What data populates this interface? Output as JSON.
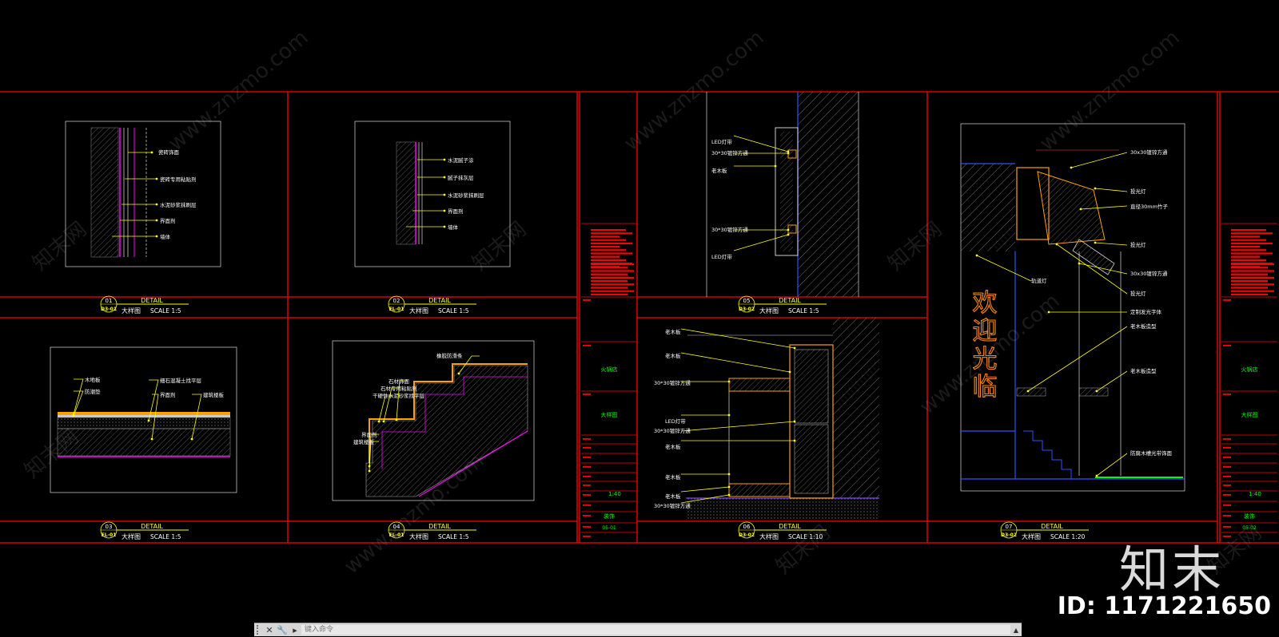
{
  "colors": {
    "background": "#000000",
    "frame": "#ff0000",
    "leader": "#ffff00",
    "title": "#ffff00",
    "tb_text": "#ff0000",
    "tb_value": "#00ff00",
    "magenta": "#ff00ff",
    "blue": "#0000ff",
    "hatch": "#777777",
    "sign": "#ff8a00"
  },
  "details": [
    {
      "num": "01",
      "tag": "D3-01",
      "title": "DETAIL",
      "sub": "大样图",
      "scale": "SCALE 1:5",
      "notes": [
        "瓷砖饰面",
        "瓷砖专用粘贴剂",
        "水泥砂浆抹刷层",
        "界面剂",
        "墙体"
      ]
    },
    {
      "num": "02",
      "tag": "EL-01",
      "title": "DETAIL",
      "sub": "大样图",
      "scale": "SCALE 1:5",
      "notes": [
        "水泥腻子涂",
        "腻子抹灰层",
        "水泥砂浆抹刷层",
        "界面剂",
        "墙体"
      ]
    },
    {
      "num": "03",
      "tag": "EL-01",
      "title": "DETAIL",
      "sub": "大样图",
      "scale": "SCALE 1:5",
      "notes": [
        "木地板",
        "防潮垫",
        "细石混凝土找平层",
        "界面剂",
        "建筑楼板"
      ]
    },
    {
      "num": "04",
      "tag": "EL-01",
      "title": "DETAIL",
      "sub": "大样图",
      "scale": "SCALE 1:5",
      "notes": [
        "橡胶防滑条",
        "石材饰面",
        "石材专用粘贴剂",
        "干硬性水泥砂浆找平层",
        "界面剂",
        "建筑楼板"
      ]
    },
    {
      "num": "05",
      "tag": "D3-02",
      "title": "DETAIL",
      "sub": "大样图",
      "scale": "SCALE 1:5",
      "notes": [
        "LED灯带",
        "30*30镀锌方通",
        "老木板",
        "30*30镀锌方通",
        "LED灯带"
      ]
    },
    {
      "num": "06",
      "tag": "D3-02",
      "title": "DETAIL",
      "sub": "大样图",
      "scale": "SCALE 1:10",
      "notes": [
        "老木板",
        "老木板",
        "30*30镀锌方通",
        "LED灯带",
        "30*30镀锌方通",
        "老木板",
        "老木板",
        "老木板",
        "30*30镀锌方通"
      ]
    },
    {
      "num": "07",
      "tag": "D3-02",
      "title": "DETAIL",
      "sub": "大样图",
      "scale": "SCALE 1:20",
      "notes": [
        "30x30镀锌方通",
        "投光灯",
        "直径30mm竹子",
        "投光灯",
        "30x30镀锌方通",
        "投光灯",
        "轨道灯",
        "定制发光字体",
        "老木板造型",
        "老木板造型",
        "防腐木槽光带饰面"
      ],
      "sign_chars": [
        "欢",
        "迎",
        "光",
        "临"
      ]
    }
  ],
  "title_block": {
    "project_value": "火锅店",
    "drawing_value": "大样图",
    "scale_value": "1:40",
    "drafter_value": "装饰",
    "sheet_left": "05-01",
    "sheet_right": "05-02"
  },
  "command_line": {
    "placeholder": "键入命令",
    "close_icon": "close-icon",
    "wrench_icon": "wrench-icon"
  },
  "watermark": {
    "brand": "知末",
    "id": "ID: 1171221650",
    "url": "www.znzmo.com",
    "site": "知末网"
  }
}
